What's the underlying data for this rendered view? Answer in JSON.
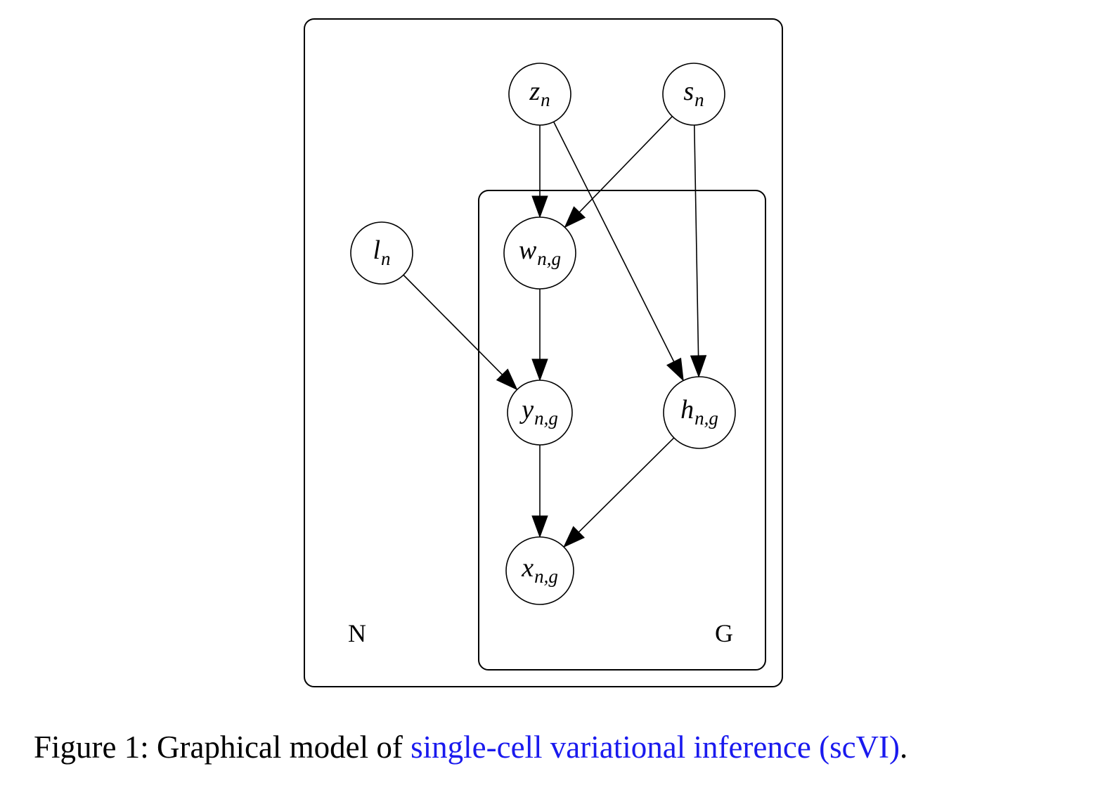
{
  "plates": [
    {
      "id": "N",
      "label": "N"
    },
    {
      "id": "G",
      "label": "G"
    }
  ],
  "nodes": [
    {
      "id": "z",
      "base": "z",
      "sub": "n"
    },
    {
      "id": "s",
      "base": "s",
      "sub": "n"
    },
    {
      "id": "l",
      "base": "l",
      "sub": "n"
    },
    {
      "id": "w",
      "base": "w",
      "sub": "n,g"
    },
    {
      "id": "y",
      "base": "y",
      "sub": "n,g"
    },
    {
      "id": "h",
      "base": "h",
      "sub": "n,g"
    },
    {
      "id": "x",
      "base": "x",
      "sub": "n,g"
    }
  ],
  "edges": [
    {
      "from": "z",
      "to": "w"
    },
    {
      "from": "z",
      "to": "h"
    },
    {
      "from": "s",
      "to": "w"
    },
    {
      "from": "s",
      "to": "h"
    },
    {
      "from": "l",
      "to": "y"
    },
    {
      "from": "w",
      "to": "y"
    },
    {
      "from": "y",
      "to": "x"
    },
    {
      "from": "h",
      "to": "x"
    }
  ],
  "caption": {
    "prefix": "Figure 1: Graphical model of ",
    "link": "single-cell variational inference (scVI)",
    "suffix": "."
  },
  "colors": {
    "link": "#1a1aee",
    "stroke": "#000000"
  }
}
